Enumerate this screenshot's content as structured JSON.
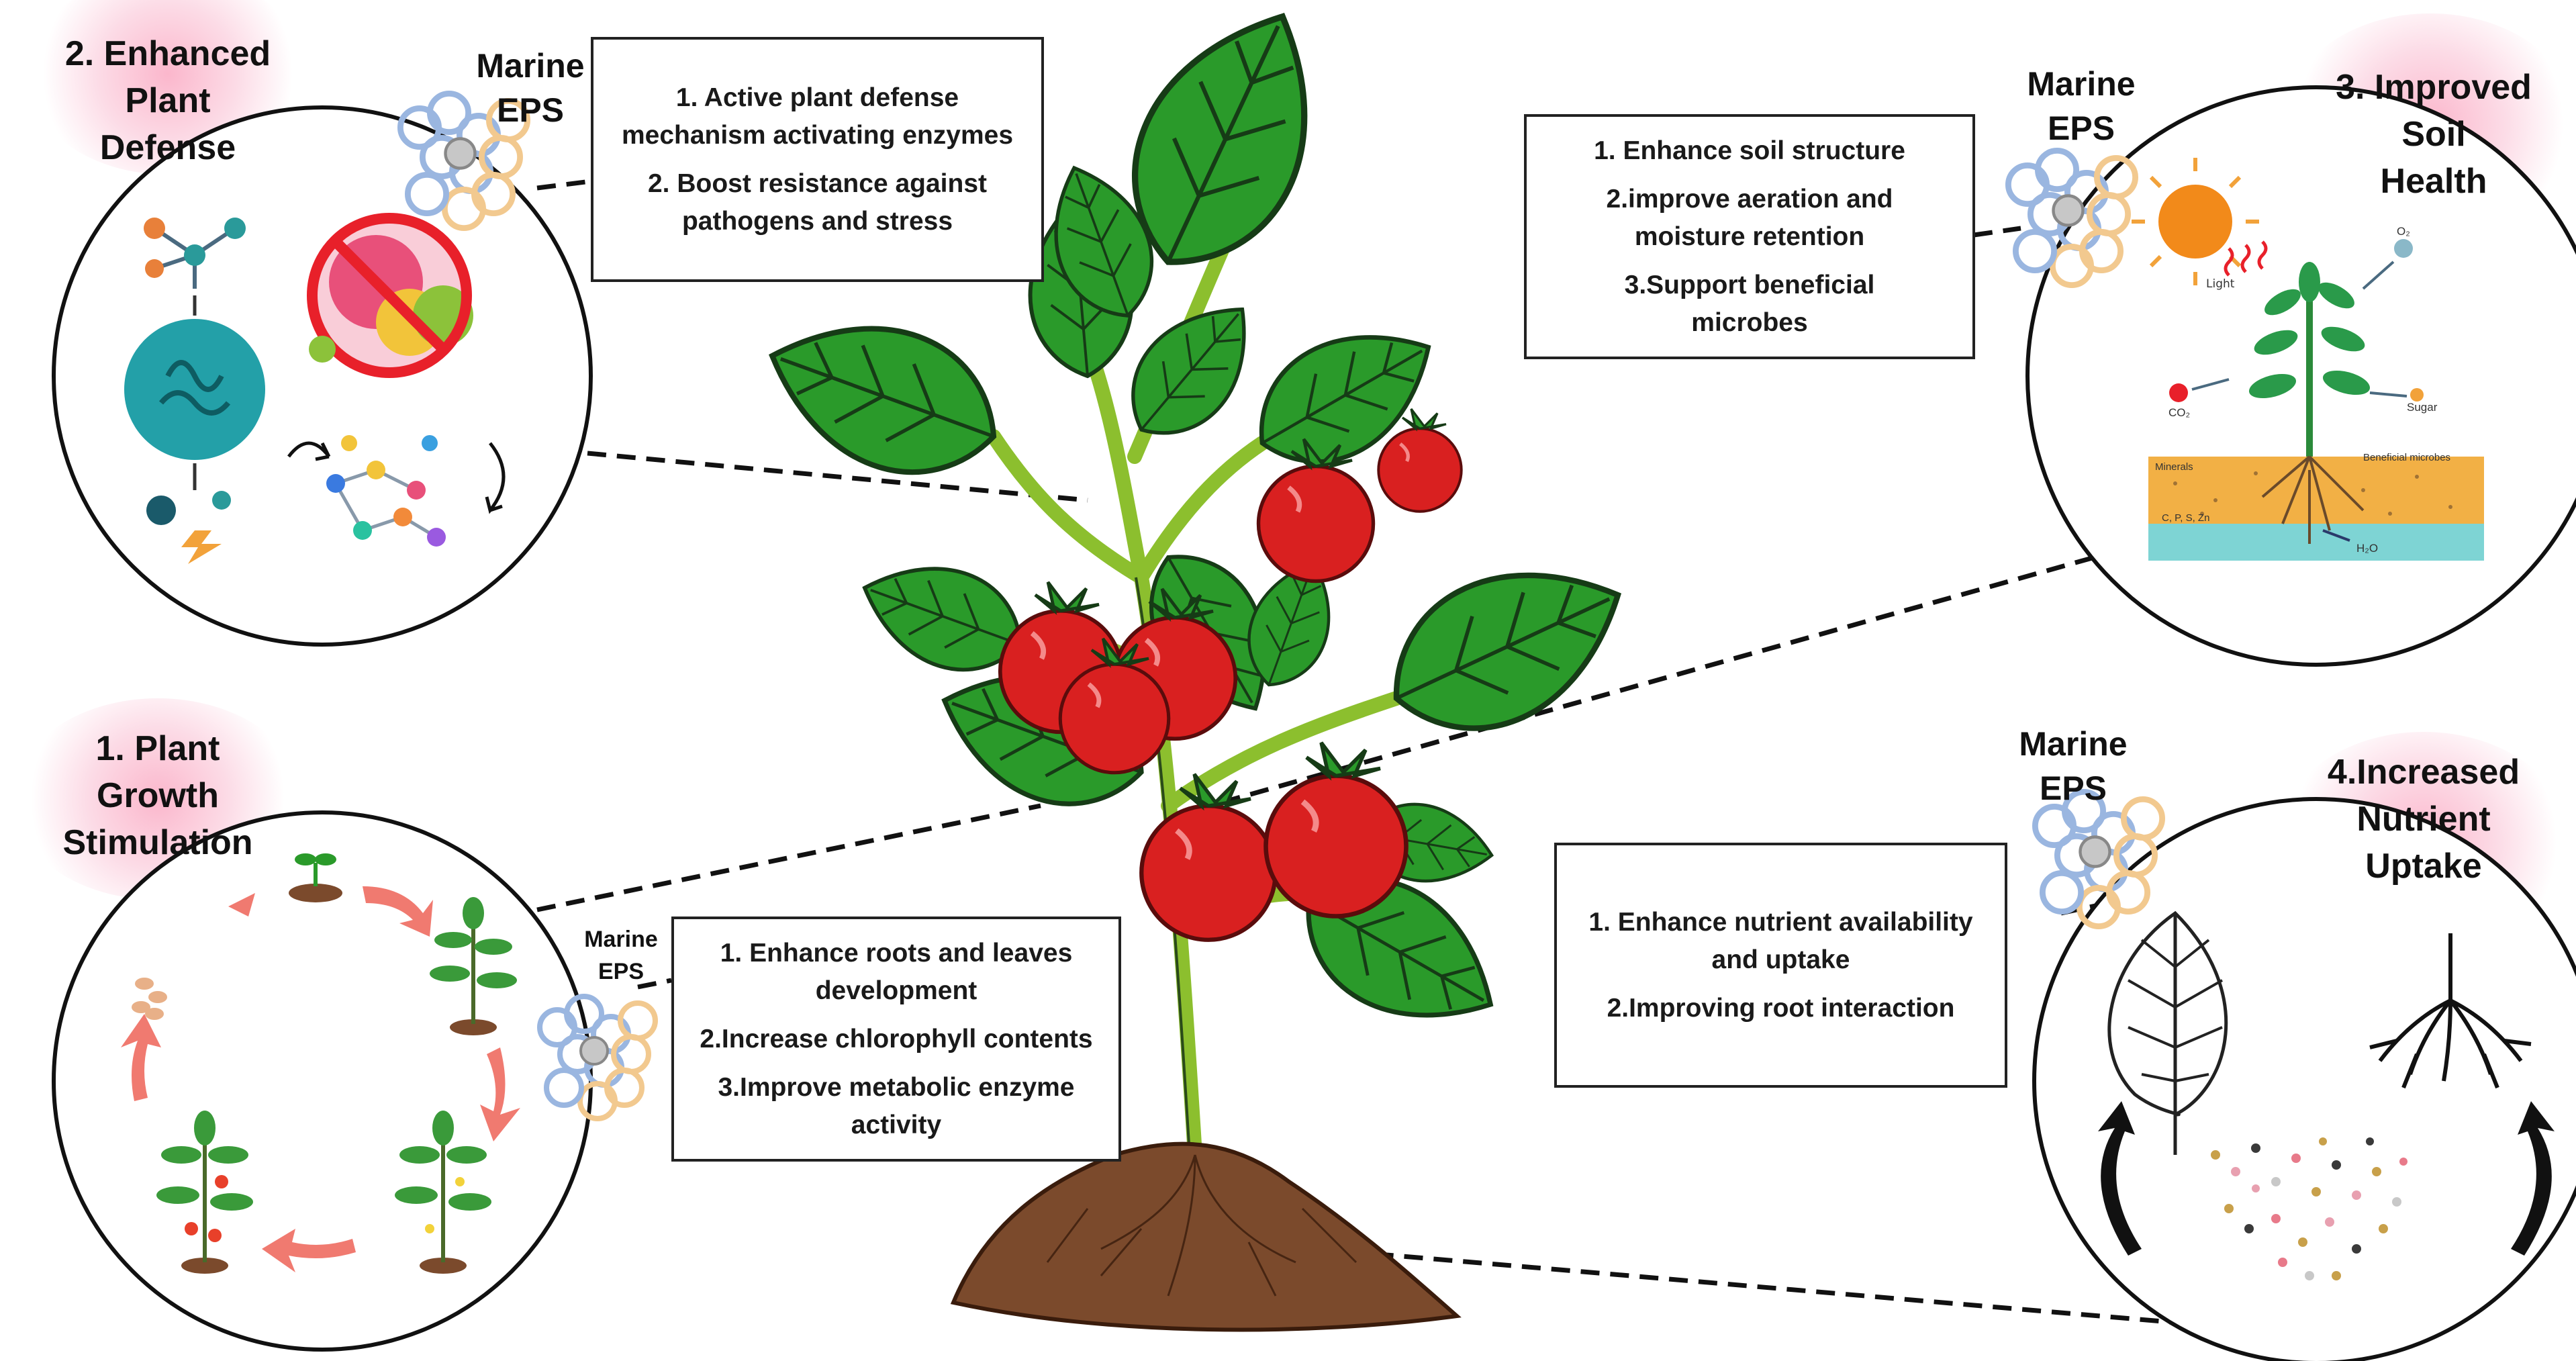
{
  "panels": {
    "defense": {
      "title": "2. Enhanced\nPlant\nDefense",
      "eps_label": "Marine\nEPS",
      "items": [
        "1. Active plant defense\nmechanism activating enzymes",
        "2. Boost resistance against\npathogens and stress"
      ]
    },
    "soil": {
      "title": "3. Improved\nSoil\nHealth",
      "eps_label": "Marine\nEPS",
      "items": [
        "1. Enhance  soil structure",
        "2.improve aeration and\nmoisture retention",
        "3.Support beneficial\nmicrobes"
      ],
      "inset_labels": {
        "light": "Light",
        "o2": "O₂",
        "co2": "CO₂",
        "sugar": "Sugar",
        "minerals": "Minerals",
        "microbes": "Beneficial microbes",
        "elements": "C, P, S, Zn",
        "h2o": "H₂O"
      }
    },
    "growth": {
      "title": "1. Plant\nGrowth\nStimulation",
      "eps_label": "Marine\nEPS",
      "items": [
        "1. Enhance roots and leaves\ndevelopment",
        "2.Increase chlorophyll contents",
        "3.Improve metabolic enzyme\nactivity"
      ]
    },
    "nutrient": {
      "title": "4.Increased\nNutrient\nUptake",
      "eps_label": "Marine\nEPS",
      "items": [
        "1. Enhance nutrient availability\nand uptake",
        "2.Improving root interaction"
      ]
    }
  },
  "colors": {
    "leaf": "#2a9a2a",
    "leaf_outline": "#163b16",
    "stem": "#8cbf2e",
    "tomato": "#d92020",
    "soil": "#7b4a2c",
    "eps_blue": "#9ab6e0",
    "eps_orange": "#f2c98f",
    "title_glow": "#f9b3c9"
  },
  "icons": [
    "tomato-plant",
    "marine-eps-molecule",
    "virus-blocked-icon",
    "mitochondria-icon",
    "sun-icon",
    "leaf-outline-icon",
    "roots-icon",
    "seedling-icon"
  ]
}
